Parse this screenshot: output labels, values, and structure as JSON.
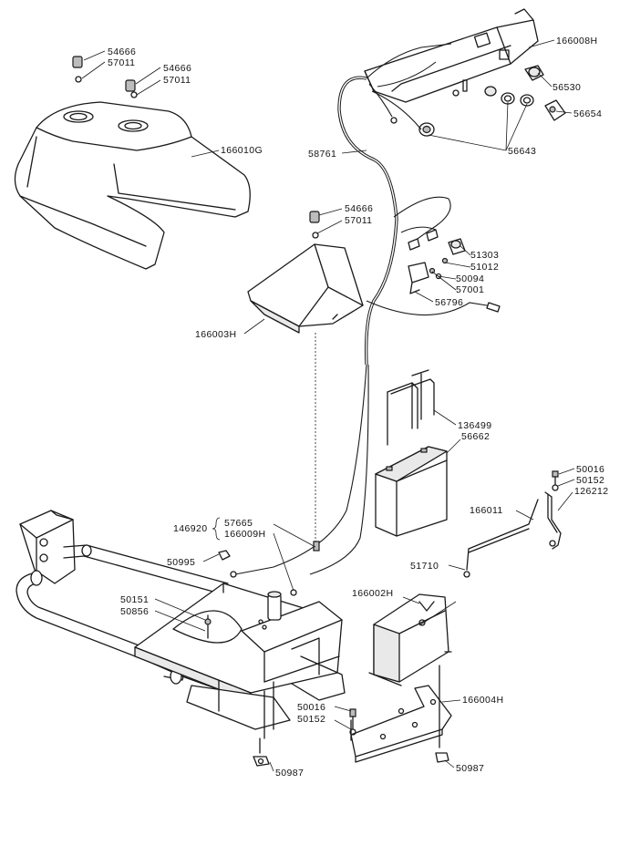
{
  "callouts": {
    "p54666_a": "54666",
    "p57011_a": "57011",
    "p54666_b": "54666",
    "p57011_b": "57011",
    "p166010G": "166010G",
    "p166008H": "166008H",
    "p56530": "56530",
    "p56654": "56654",
    "p56643": "56643",
    "p58761": "58761",
    "p54666_c": "54666",
    "p57011_c": "57011",
    "p51303": "51303",
    "p51012": "51012",
    "p50094": "50094",
    "p57001": "57001",
    "p56796": "56796",
    "p166003H": "166003H",
    "p136499": "136499",
    "p56662": "56662",
    "p50016_a": "50016",
    "p50152_a": "50152",
    "p126212": "126212",
    "p166011": "166011",
    "p51710": "51710",
    "p146920": "146920",
    "p57665": "57665",
    "p166009H": "166009H",
    "p50995": "50995",
    "p50151": "50151",
    "p50856": "50856",
    "p166002H": "166002H",
    "p166004H": "166004H",
    "p50016_b": "50016",
    "p50152_b": "50152",
    "p50987_a": "50987",
    "p50987_b": "50987"
  }
}
